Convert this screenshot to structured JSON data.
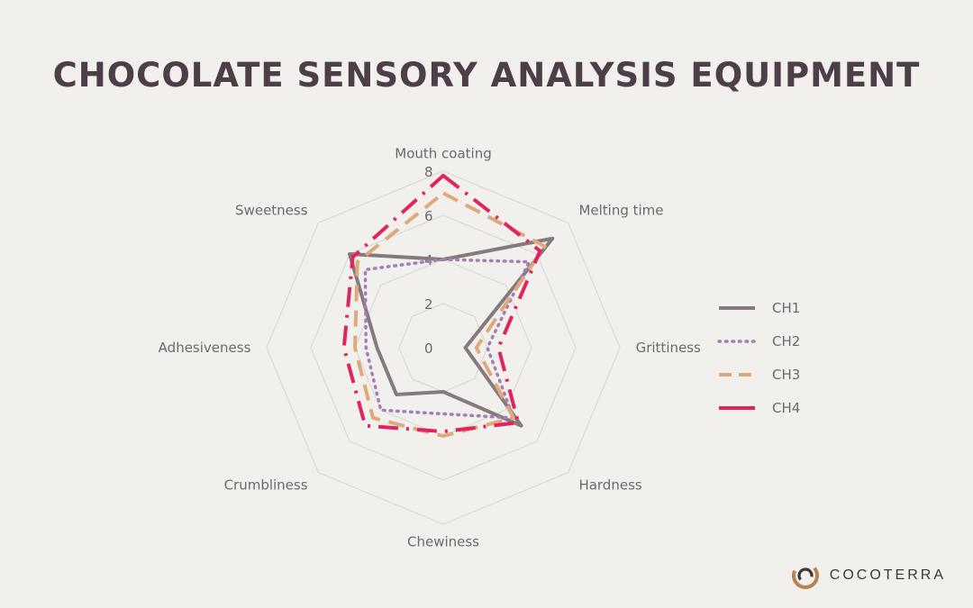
{
  "title": "CHOCOLATE SENSORY ANALYSIS EQUIPMENT",
  "brand": {
    "name": "COCOTERRA"
  },
  "colors": {
    "background": "#f1f0ed",
    "title": "#4d3f47",
    "grid": "#dddbd7",
    "label": "#6b6b6b"
  },
  "chart_data": {
    "type": "radar",
    "title": "",
    "axes": [
      "Mouth coating",
      "Melting time",
      "Grittiness",
      "Hardness",
      "Chewiness",
      "Crumbliness",
      "Adhesiveness",
      "Sweetness"
    ],
    "scale": {
      "min": 0,
      "max": 8,
      "ticks": [
        0,
        2,
        4,
        6,
        8
      ]
    },
    "legend_position": "right",
    "series": [
      {
        "name": "CH1",
        "color": "#857b7e",
        "style": "solid",
        "values": [
          4.0,
          7.0,
          1.0,
          5.0,
          2.0,
          3.0,
          3.0,
          6.0
        ]
      },
      {
        "name": "CH2",
        "color": "#a47fb3",
        "style": "dotted",
        "values": [
          4.0,
          5.5,
          2.0,
          4.5,
          3.0,
          4.0,
          3.5,
          5.0
        ]
      },
      {
        "name": "CH3",
        "color": "#e0a97c",
        "style": "dashed",
        "values": [
          7.0,
          6.5,
          1.5,
          4.5,
          4.0,
          4.5,
          4.0,
          5.5
        ]
      },
      {
        "name": "CH4",
        "color": "#e0245e",
        "style": "dashdot",
        "values": [
          7.8,
          6.2,
          2.5,
          4.8,
          3.8,
          5.0,
          4.5,
          5.8
        ]
      }
    ]
  }
}
